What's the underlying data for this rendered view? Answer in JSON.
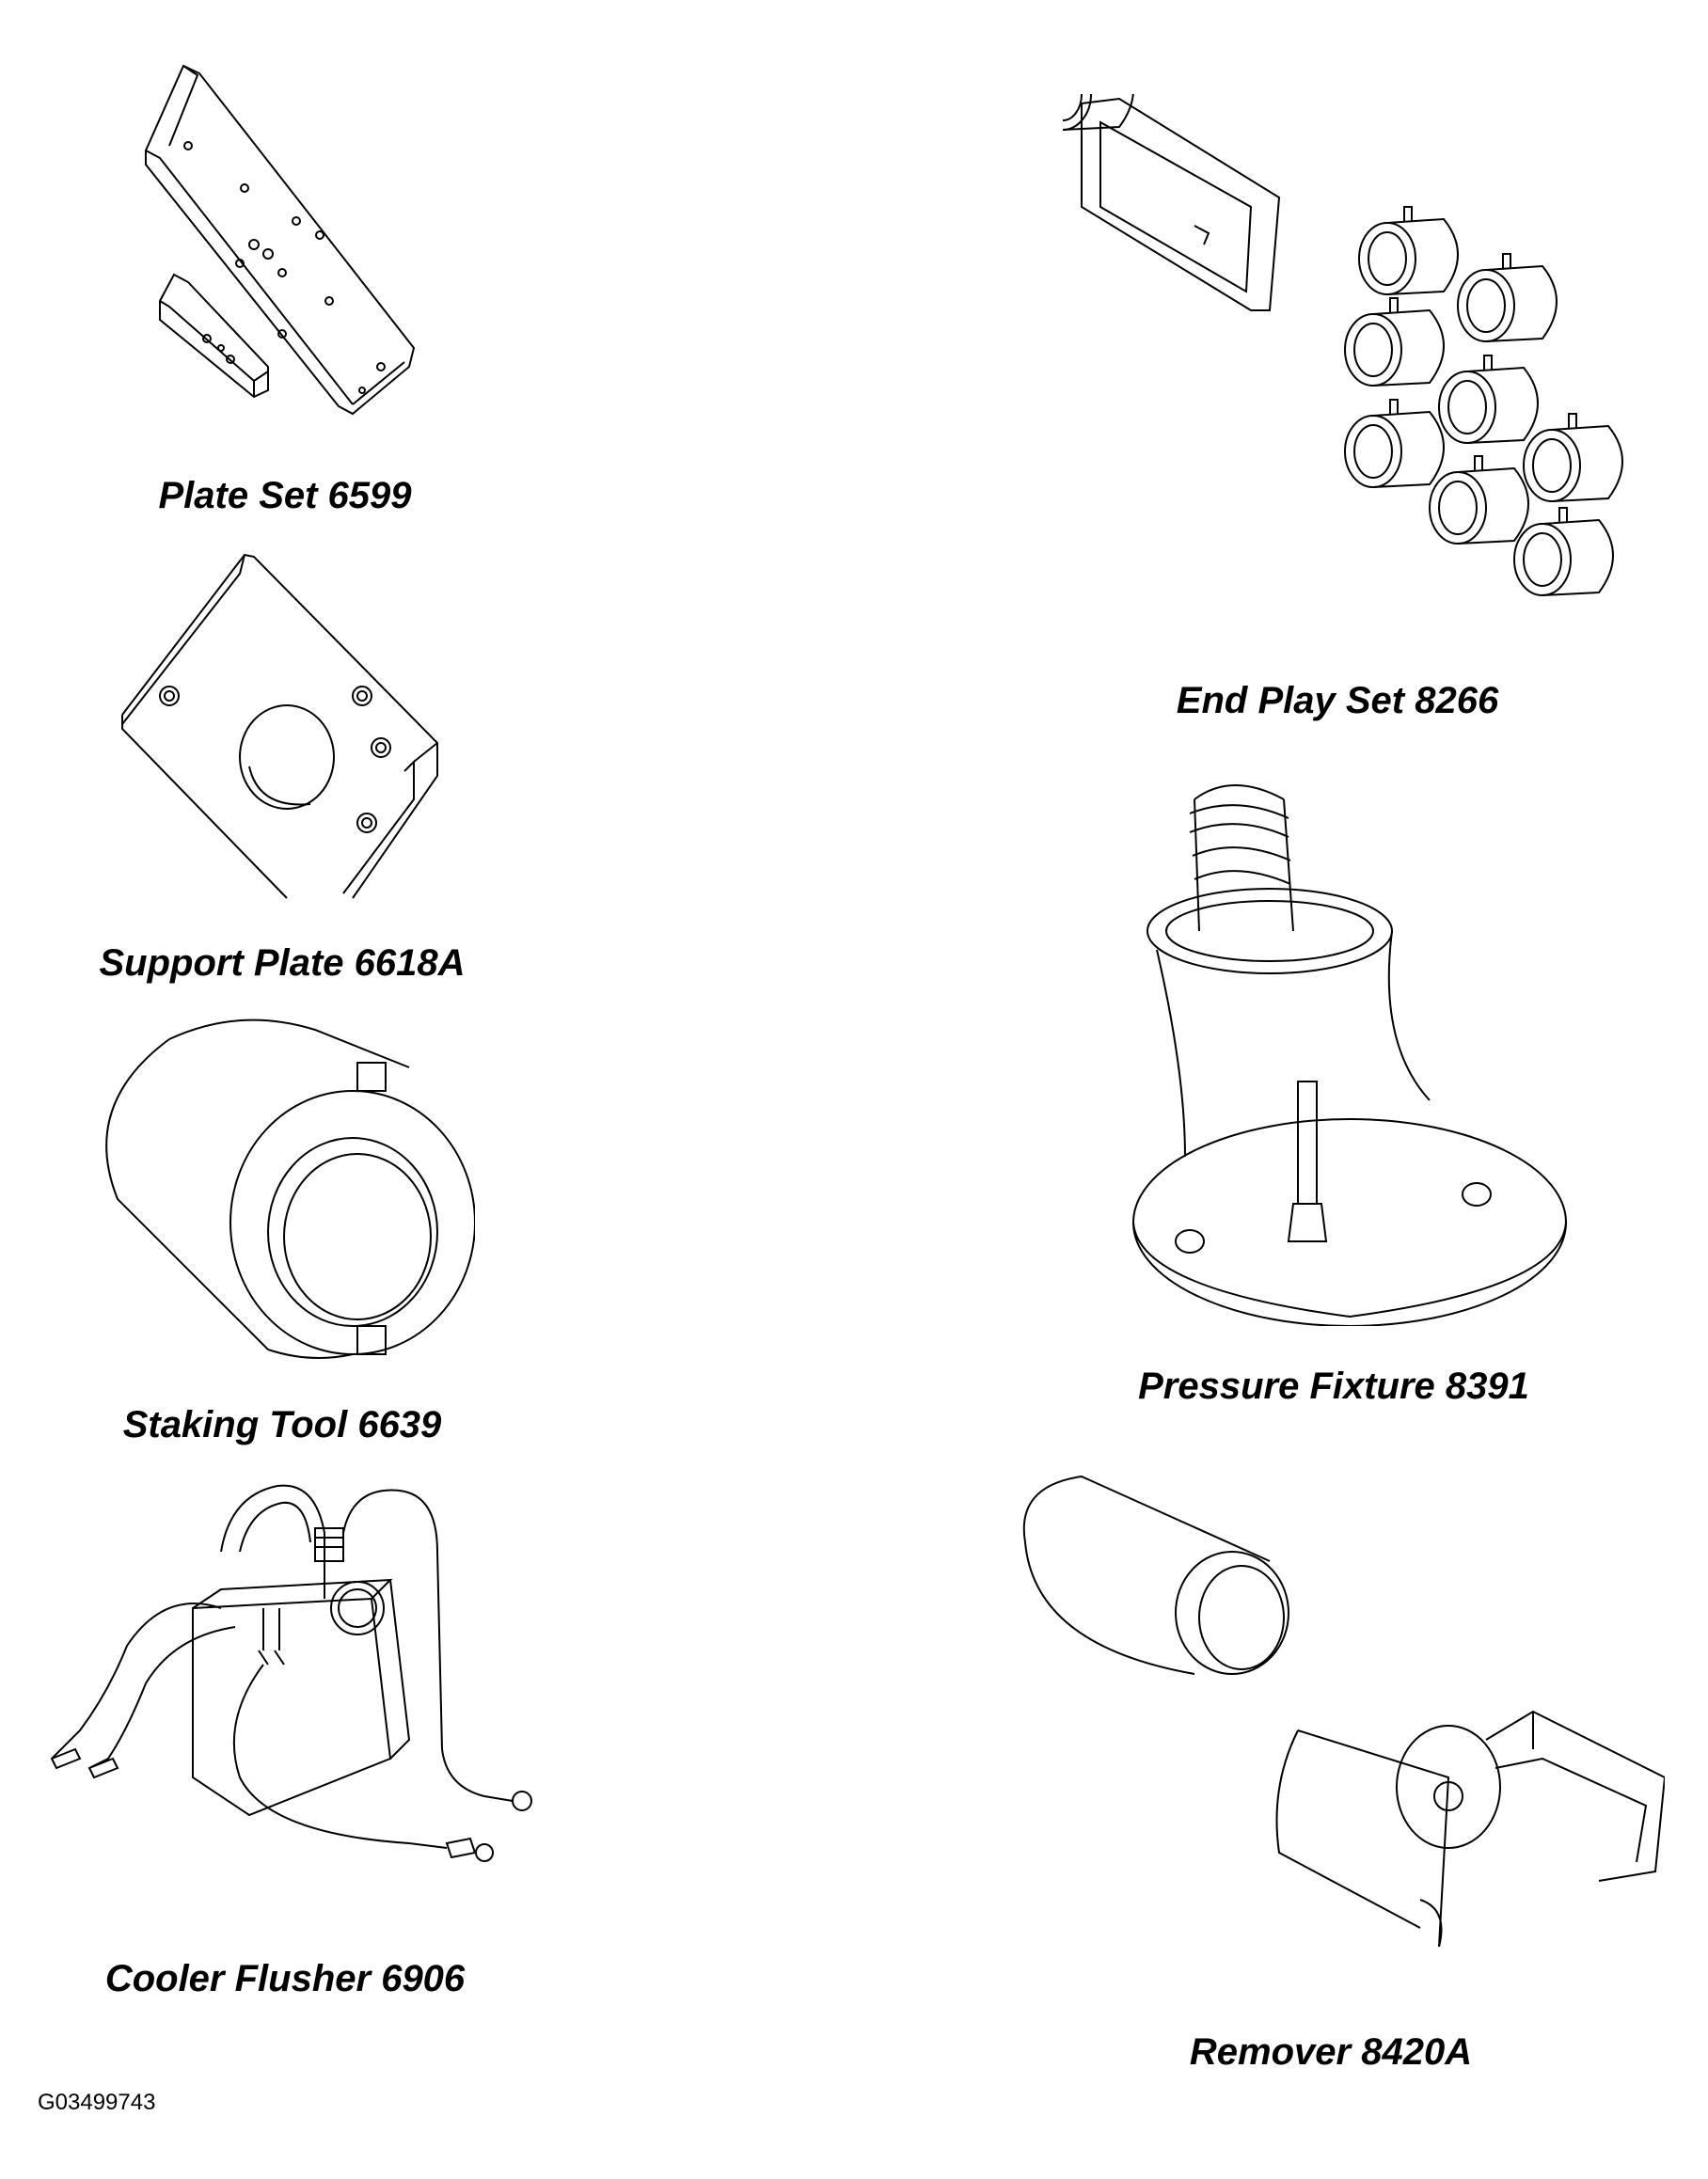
{
  "figure_id": "G03499743",
  "tools": [
    {
      "caption": "Plate Set 6599",
      "icon": "plate-set-icon"
    },
    {
      "caption": "Support Plate 6618A",
      "icon": "support-plate-icon"
    },
    {
      "caption": "Staking Tool 6639",
      "icon": "staking-tool-icon"
    },
    {
      "caption": "Cooler Flusher 6906",
      "icon": "cooler-flusher-icon"
    },
    {
      "caption": "End Play Set 8266",
      "icon": "end-play-set-icon"
    },
    {
      "caption": "Pressure Fixture 8391",
      "icon": "pressure-fixture-icon"
    },
    {
      "caption": "Remover 8420A",
      "icon": "remover-icon"
    }
  ]
}
